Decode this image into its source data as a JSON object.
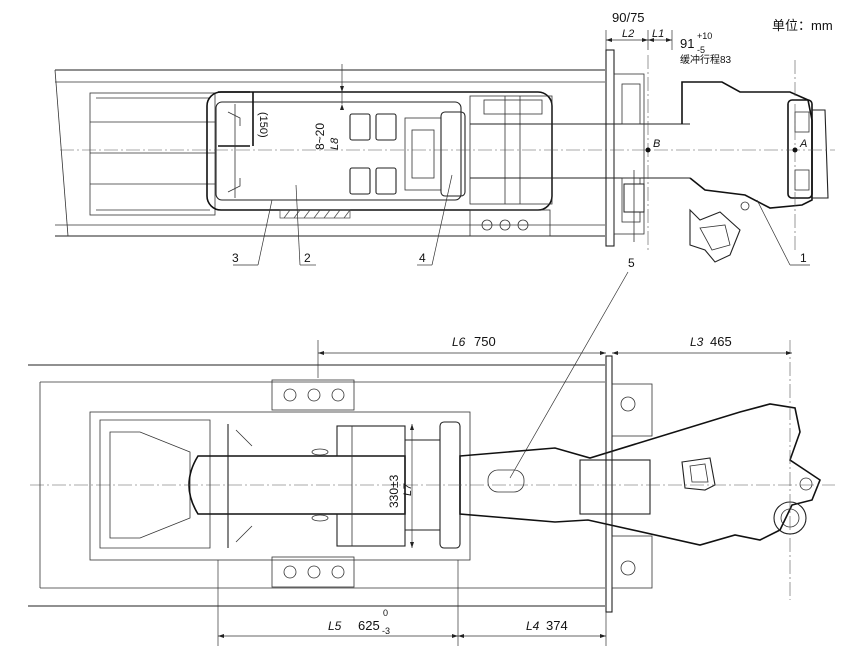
{
  "labels": {
    "unit": "单位：mm",
    "top_gap": "90/75",
    "l2": "L2",
    "l1": "L1",
    "buffer_value": "91",
    "buffer_tol_plus": "+10",
    "buffer_tol_minus": "-5",
    "buffer_stroke": "缓冲行程83",
    "dim_150": "(150)",
    "dim_8_20": "8~20",
    "l8": "L8",
    "point_a": "A",
    "point_b": "B",
    "l6": "L6",
    "l6_value": "750",
    "l3": "L3",
    "l3_value": "465",
    "dim_330": "330±3",
    "l7": "L7",
    "l5": "L5",
    "l5_value": "625",
    "l5_tol_upper": "0",
    "l5_tol_lower": "-3",
    "l4": "L4",
    "l4_value": "374"
  },
  "callouts": [
    "1",
    "2",
    "3",
    "4",
    "5"
  ],
  "colors": {
    "line": "#222222",
    "background": "#ffffff"
  }
}
